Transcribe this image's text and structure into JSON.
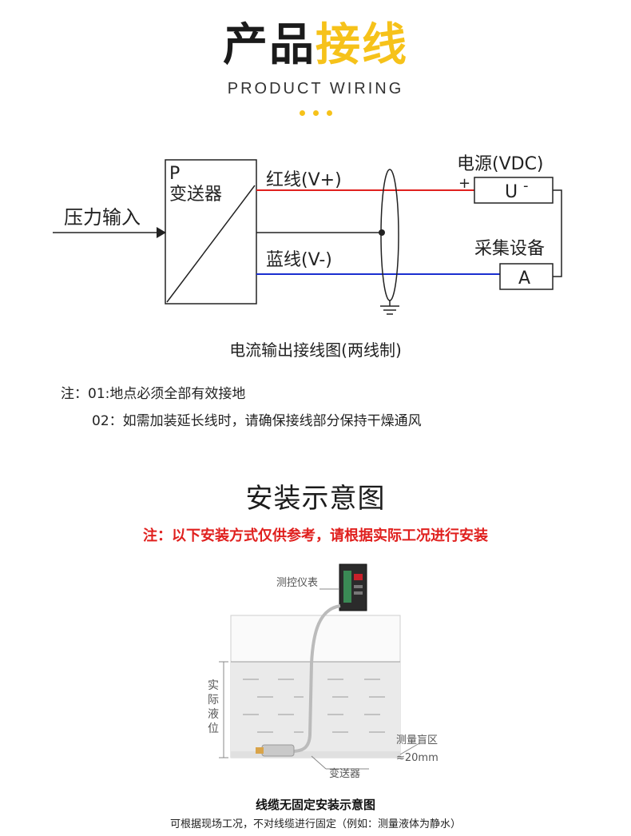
{
  "header": {
    "title_part1": "产品",
    "title_part2": "接线",
    "subtitle": "PRODUCT WIRING"
  },
  "wiring": {
    "transmitter_label_p": "P",
    "transmitter_label": "变送器",
    "input_label": "压力输入",
    "red_wire_label": "红线(V+)",
    "blue_wire_label": "蓝线(V-)",
    "power_label": "电源(VDC)",
    "plus_sign": "+",
    "power_box": "U",
    "power_minus": "-",
    "device_label": "采集设备",
    "device_box": "A",
    "caption": "电流输出接线图(两线制)"
  },
  "notes": {
    "note1": "注：01:地点必须全部有效接地",
    "note2": "02：如需加装延长线时，请确保接线部分保持干燥通风"
  },
  "install": {
    "title": "安装示意图",
    "warning": "注：以下安装方式仅供参考，请根据实际工况进行安装",
    "meter_label": "测控仪表",
    "level_chars": [
      "实",
      "际",
      "液",
      "位"
    ],
    "blind_zone_label": "测量盲区",
    "blind_zone_value": "≈20mm",
    "transmitter_label": "变送器",
    "figure_title": "线缆无固定安装示意图",
    "figure_sub": "可根据现场工况，不对线缆进行固定（例如：测量液体为静水）"
  },
  "colors": {
    "accent_yellow": "#f6c21a",
    "red_wire": "#e0201e",
    "blue_wire": "#1a2fd0",
    "warning_red": "#e0201e"
  }
}
